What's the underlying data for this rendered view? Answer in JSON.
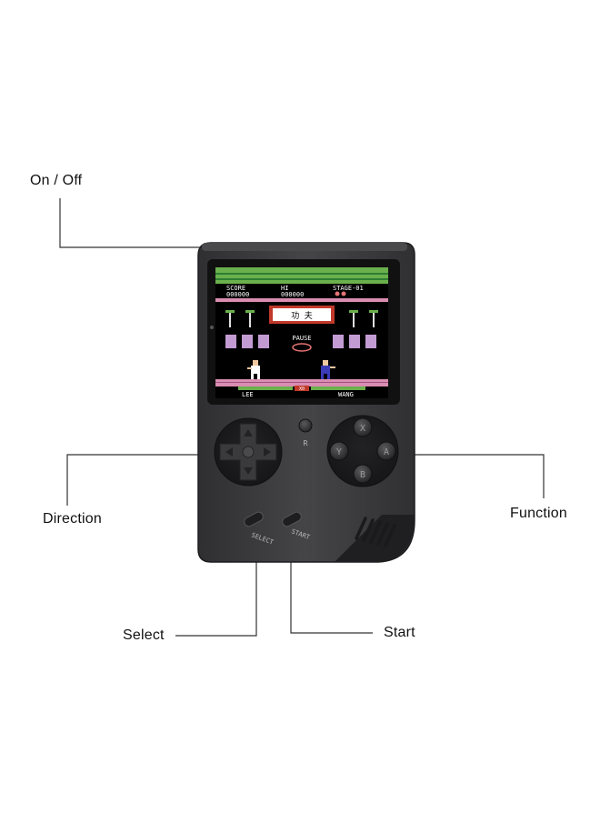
{
  "callouts": {
    "on_off": "On / Off",
    "direction": "Direction",
    "function": "Function",
    "select": "Select",
    "start": "Start"
  },
  "device": {
    "body_color": "#3c3c3e",
    "r_button_label": "R",
    "face_buttons": {
      "top": "X",
      "left": "Y",
      "right": "A",
      "bottom": "B"
    },
    "select_label": "SELECT",
    "start_label": "START"
  },
  "game_screen": {
    "score_label": "SCORE",
    "score_value": "000000",
    "hi_label": "HI",
    "hi_value": "000000",
    "stage_label": "STAGE-01",
    "sign_text": "功 夫",
    "pause_text": "PAUSE",
    "player_left": "LEE",
    "player_right": "WANG",
    "center_badge": "X0"
  },
  "colors": {
    "screen_bezel": "#111111",
    "roof_green": "#6ab04c",
    "wall_blue": "#3b3bb8",
    "floor_pink": "#d98db0"
  }
}
